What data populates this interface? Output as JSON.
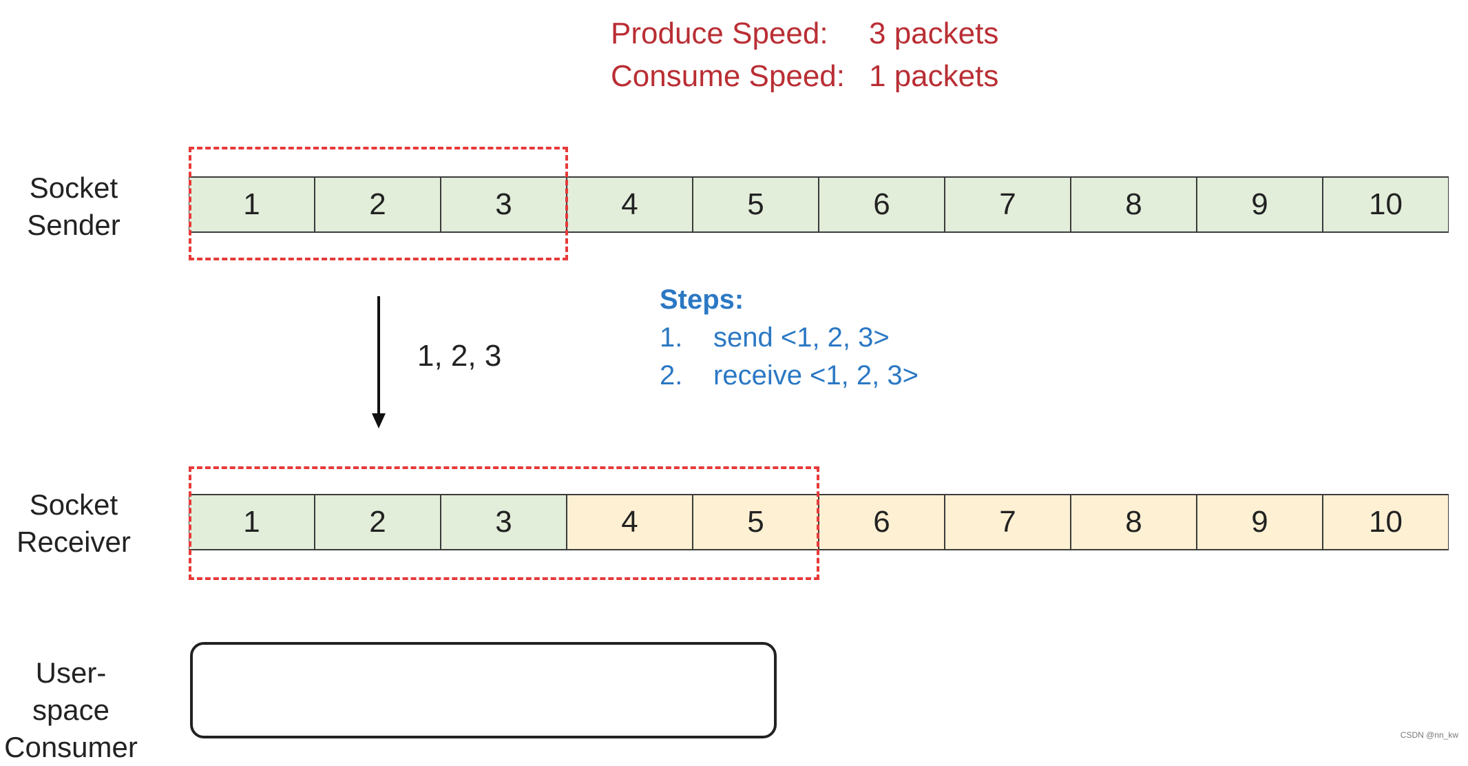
{
  "speeds": {
    "produce_label": "Produce Speed:",
    "produce_value": "3 packets",
    "consume_label": "Consume Speed:",
    "consume_value": "1 packets"
  },
  "sender": {
    "label_line1": "Socket",
    "label_line2": "Sender",
    "packets": [
      "1",
      "2",
      "3",
      "4",
      "5",
      "6",
      "7",
      "8",
      "9",
      "10"
    ]
  },
  "transfer": {
    "label": "1, 2, 3"
  },
  "steps": {
    "title": "Steps:",
    "items": [
      {
        "num": "1.",
        "text": "send <1, 2, 3>"
      },
      {
        "num": "2.",
        "text": "receive <1, 2, 3>"
      }
    ]
  },
  "receiver": {
    "label_line1": "Socket",
    "label_line2": "Receiver",
    "packets": [
      "1",
      "2",
      "3",
      "4",
      "5",
      "6",
      "7",
      "8",
      "9",
      "10"
    ]
  },
  "consumer": {
    "label_line1": "User-space",
    "label_line2": "Consumer"
  },
  "watermark": "CSDN @nn_kw",
  "colors": {
    "speed_text": "#b92e34",
    "steps_text": "#2b78c4",
    "window_border": "#e63a3a",
    "sent_fill": "#e2edda",
    "queued_fill": "#fdf0d3"
  }
}
